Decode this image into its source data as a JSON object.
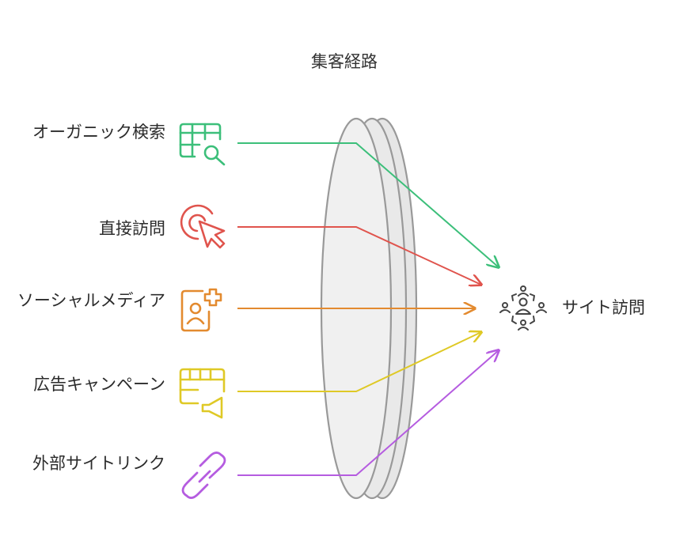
{
  "title": "集客経路",
  "sources": [
    {
      "label": "オーガニック検索",
      "color": "#3cbf7a",
      "icon": "table-search-icon"
    },
    {
      "label": "直接訪問",
      "color": "#e0544d",
      "icon": "click-target-icon"
    },
    {
      "label": "ソーシャルメディア",
      "color": "#e38a2f",
      "icon": "social-profile-add-icon"
    },
    {
      "label": "広告キャンペーン",
      "color": "#dfc926",
      "icon": "ad-campaign-megaphone-icon"
    },
    {
      "label": "外部サイトリンク",
      "color": "#b55ce0",
      "icon": "link-chain-icon"
    }
  ],
  "destination": {
    "label": "サイト訪問",
    "icon": "people-network-icon"
  }
}
